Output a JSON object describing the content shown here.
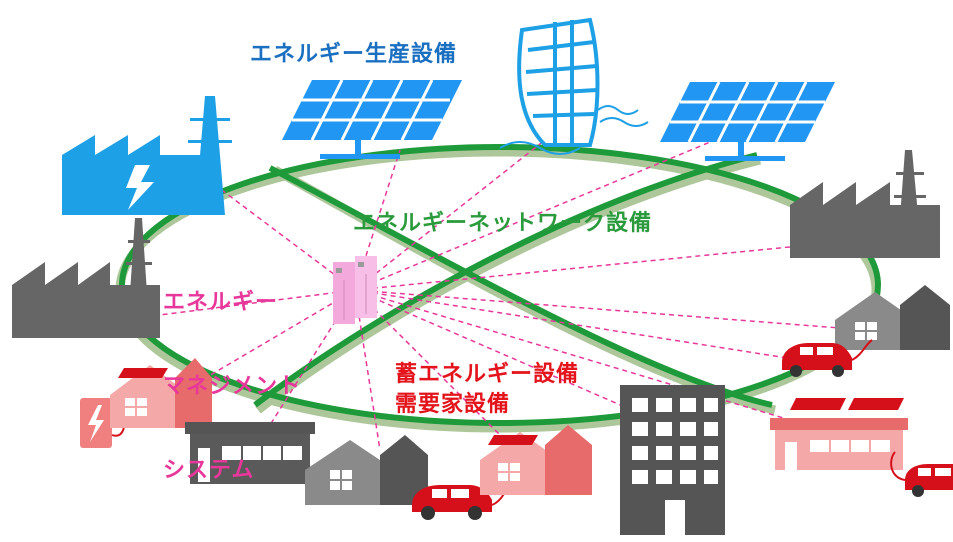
{
  "labels": {
    "energy_production": "エネルギー生産設備",
    "energy_network": "エネルギーネットワーク設備",
    "energy_management": [
      "エネルギー",
      "マネジメント",
      "システム"
    ],
    "storage": "蓄エネルギー設備",
    "consumer": "需要家設備"
  },
  "colors": {
    "production": "#1a6fc0",
    "network": "#2a9a3c",
    "management": "#e8379a",
    "storage": "#e3141b",
    "solar_blue": "#2196f3",
    "factory_blue": "#1ea0e6",
    "building_gray": "#555555",
    "house_pink": "#f08080",
    "car_red": "#d6101a",
    "ems_pink": "#f4a9dd",
    "ring_green": "#1f9a3a",
    "ring_shadow": "#9fbe8a"
  },
  "icons": [
    "solar-panel-icon",
    "water-wheel-icon",
    "factory-icon",
    "house-icon",
    "electric-car-icon",
    "server-icon",
    "office-building-icon",
    "battery-charger-icon"
  ]
}
